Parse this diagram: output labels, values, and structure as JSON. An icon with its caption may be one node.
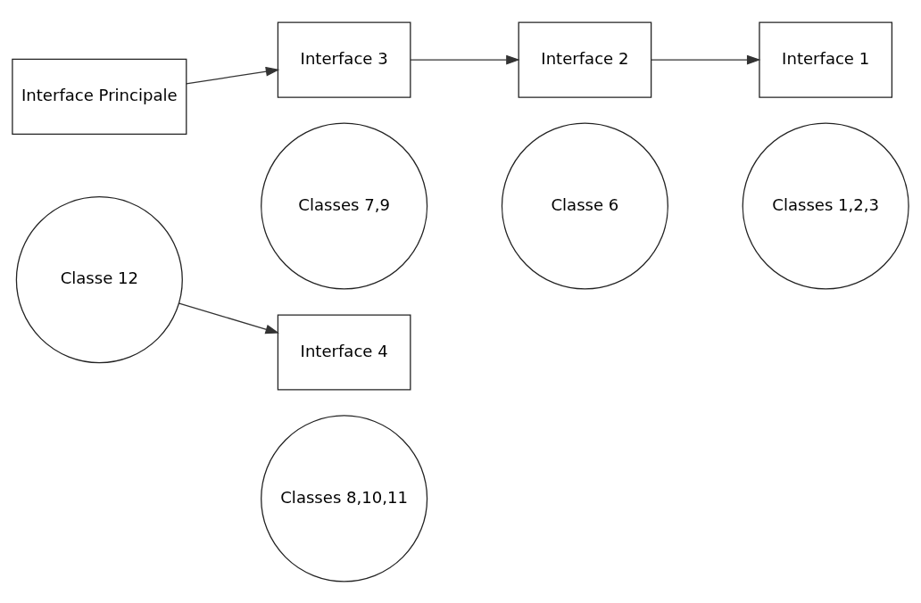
{
  "diagram": {
    "nodes": [
      {
        "text": [
          "Interface Principale"
        ]
      },
      {
        "text": [
          "Classe 12"
        ]
      },
      {
        "text": [
          "Interface 3"
        ]
      },
      {
        "text": [
          "Classes 7,9"
        ]
      },
      {
        "text": [
          "Interface 2"
        ]
      },
      {
        "text": [
          "Classe 6"
        ]
      },
      {
        "text": [
          "Interface 1"
        ]
      },
      {
        "text": [
          "Classes 1,2,3"
        ]
      },
      {
        "text": [
          "Interface 4"
        ]
      },
      {
        "text": [
          "Classes 8,10,11"
        ]
      }
    ],
    "edges": [
      {
        "from": 0,
        "to": 2,
        "arrow": "to"
      },
      {
        "from": 2,
        "to": 4,
        "arrow": "to"
      },
      {
        "from": 4,
        "to": 6,
        "arrow": "to"
      },
      {
        "from": 1,
        "to": 8,
        "arrow": "to"
      }
    ]
  }
}
